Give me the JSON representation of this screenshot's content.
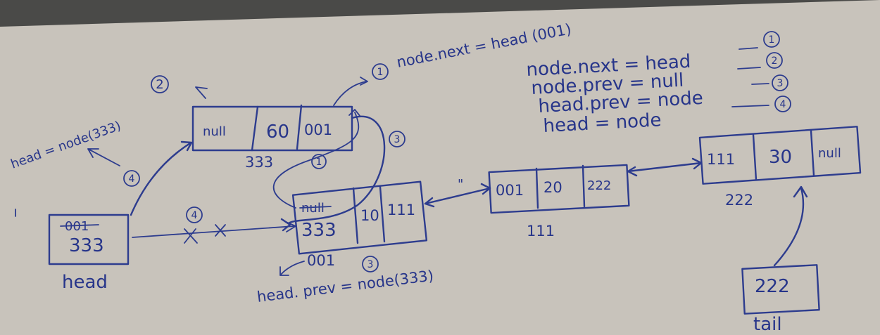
{
  "colors": {
    "paper": "#c8c3bb",
    "ink": "#2d3c8e",
    "shadow": "#4a4a48"
  },
  "steps_list": [
    {
      "text": "node.next = head",
      "mark": "1"
    },
    {
      "text": "node.prev = null",
      "mark": "2"
    },
    {
      "text": "head.prev = node",
      "mark": "3"
    },
    {
      "text": "head = node",
      "mark": "4"
    }
  ],
  "annotations": {
    "step1_text": "node.next = head (001)",
    "step1_mark": "1",
    "head_assign": "head = node(333)",
    "head_assign_mark": "4",
    "step2_mark": "2",
    "step3_mark": "3",
    "step4_mark": "4",
    "node001_step_mark": "1",
    "prev_assign": "head. prev = node(333)",
    "prev_assign_mark": "3",
    "quote_mark": "\""
  },
  "new_node": {
    "prev": "null",
    "value": "60",
    "next": "001",
    "address": "333"
  },
  "node_001": {
    "prev_old": "null",
    "prev": "333",
    "value": "10",
    "next": "111",
    "address": "001"
  },
  "node_111": {
    "prev": "001",
    "value": "20",
    "next": "222",
    "address": "111"
  },
  "node_222": {
    "prev": "111",
    "value": "30",
    "next": "null",
    "address": "222"
  },
  "head_box": {
    "old": "001",
    "value": "333",
    "label": "head"
  },
  "tail_box": {
    "value": "222",
    "label": "tail"
  }
}
